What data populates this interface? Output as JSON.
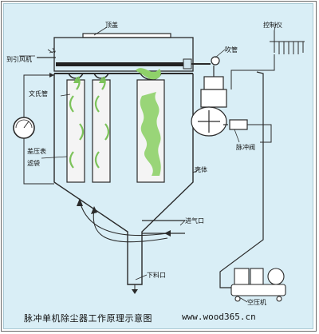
{
  "labels": {
    "top_cover": "顶盖",
    "controller": "控制仪",
    "to_fan": "到引风机",
    "blow_pipe": "吹管",
    "venturi": "文氏管",
    "pressure_gauge": "差压表",
    "filter_bag": "滤袋",
    "pulse_valve": "脉冲阀",
    "shell": "壳体",
    "air_inlet": "进气口",
    "discharge": "下料口",
    "compressor": "空压机"
  },
  "caption": "脉冲单机除尘器工作原理示意图",
  "watermark": "www.wood365.cn",
  "colors": {
    "panel_bg": "#d9eef6",
    "line": "#2a2a2a",
    "dust_green": "#8fd16a",
    "arrow_green": "#7cc35a",
    "bag_fill": "#f4f4f4"
  }
}
